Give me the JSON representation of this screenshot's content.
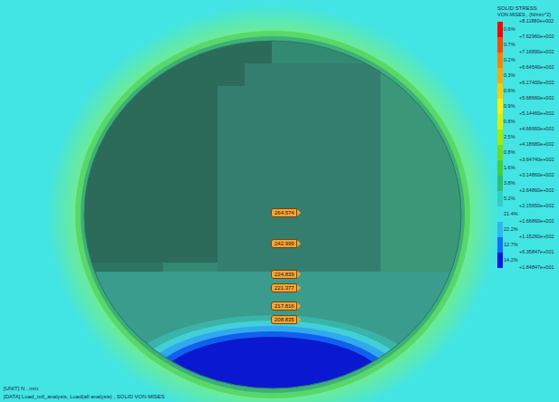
{
  "diagram": {
    "nodes": [
      {
        "text": [
          "264.574"
        ]
      },
      {
        "text": [
          "242.999"
        ]
      },
      {
        "text": [
          "224.839"
        ]
      },
      {
        "text": [
          "221.377"
        ]
      },
      {
        "text": [
          "217.816"
        ]
      },
      {
        "text": [
          "208.835"
        ]
      }
    ],
    "labels": [
      "SOLID STRESS",
      "VON MISES , (N/mm^2)",
      "+8.11880e+002",
      "+7.62960e+002",
      "+7.16890e+002",
      "+6.64540e+002",
      "+6.17400e+002",
      "+5.68660e+002",
      "+5.14460e+002",
      "+4.66660e+002",
      "+4.18680e+002",
      "+3.64740e+002",
      "+3.14860e+002",
      "+2.64860e+002",
      "+2.15650e+002",
      "+1.66860e+002",
      "+1.15260e+002",
      "+6.35847e+001",
      "+1.84847e+001",
      "[UNIT] N , mm",
      "[DATA] Load_roll_analysis, Load(all analysis) , SOLID VON MISES"
    ],
    "legend": [
      {
        "text": "0.6%",
        "color": "#ff0000"
      },
      {
        "text": "0.7%",
        "color": "#ff4a00"
      },
      {
        "text": "0.2%",
        "color": "#ff8200"
      },
      {
        "text": "0.3%",
        "color": "#ffa800"
      },
      {
        "text": "0.6%",
        "color": "#ffcc00"
      },
      {
        "text": "0.9%",
        "color": "#ffee00"
      },
      {
        "text": "0.8%",
        "color": "#d8f000"
      },
      {
        "text": "2.5%",
        "color": "#a8e800"
      },
      {
        "text": "0.8%",
        "color": "#70dc20"
      },
      {
        "text": "1.6%",
        "color": "#40d040"
      },
      {
        "text": "3.8%",
        "color": "#2cc070"
      },
      {
        "text": "5.2%",
        "color": "#30d0c0"
      },
      {
        "text": "21.4%",
        "color": "#40e4e4"
      },
      {
        "text": "22.2%",
        "color": "#30b8f0"
      },
      {
        "text": "12.7%",
        "color": "#1070f0"
      },
      {
        "text": "14.2%",
        "color": "#0018e0"
      }
    ]
  }
}
